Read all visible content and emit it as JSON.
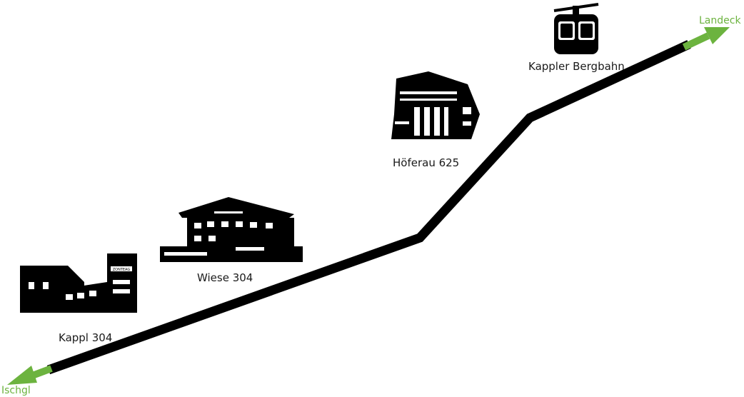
{
  "route": {
    "line_color": "#000000",
    "arrow_color": "#6cb33f",
    "end_start_label": "Ischgl",
    "end_finish_label": "Landeck"
  },
  "stops": [
    {
      "id": "kappl",
      "label": "Kappl 304",
      "icon": "building-icon"
    },
    {
      "id": "wiese",
      "label": "Wiese 304",
      "icon": "hotel-icon"
    },
    {
      "id": "hoeferau",
      "label": "Höferau 625",
      "icon": "building-icon"
    },
    {
      "id": "bergbahn",
      "label": "Kappler Bergbahn",
      "icon": "cable-car-icon"
    }
  ],
  "sign_text": "ZONTEAG"
}
